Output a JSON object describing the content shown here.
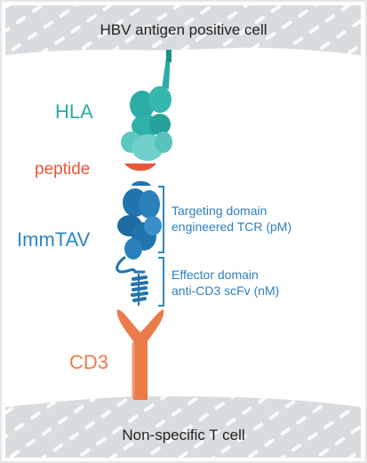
{
  "colors": {
    "cell_fill": "#d9dcdf",
    "cell_hatch": "#ffffff",
    "hla": "#2bada5",
    "hla_light": "#5cc7c1",
    "peptide": "#e8573b",
    "immtav": "#2274ad",
    "immtav_label": "#2b86c4",
    "cd3": "#ec7b4a",
    "text_dark": "#222222"
  },
  "cells": {
    "top_label": "HBV antigen positive cell",
    "bottom_label": "Non-specific T cell"
  },
  "labels": {
    "hla": "HLA",
    "peptide": "peptide",
    "immtav": "ImmTAV",
    "cd3": "CD3"
  },
  "domains": {
    "targeting": {
      "line1": "Targeting domain",
      "line2": "engineered TCR  (pM)"
    },
    "effector": {
      "line1": "Effector domain",
      "line2": "anti-CD3 scFv (nM)"
    }
  }
}
